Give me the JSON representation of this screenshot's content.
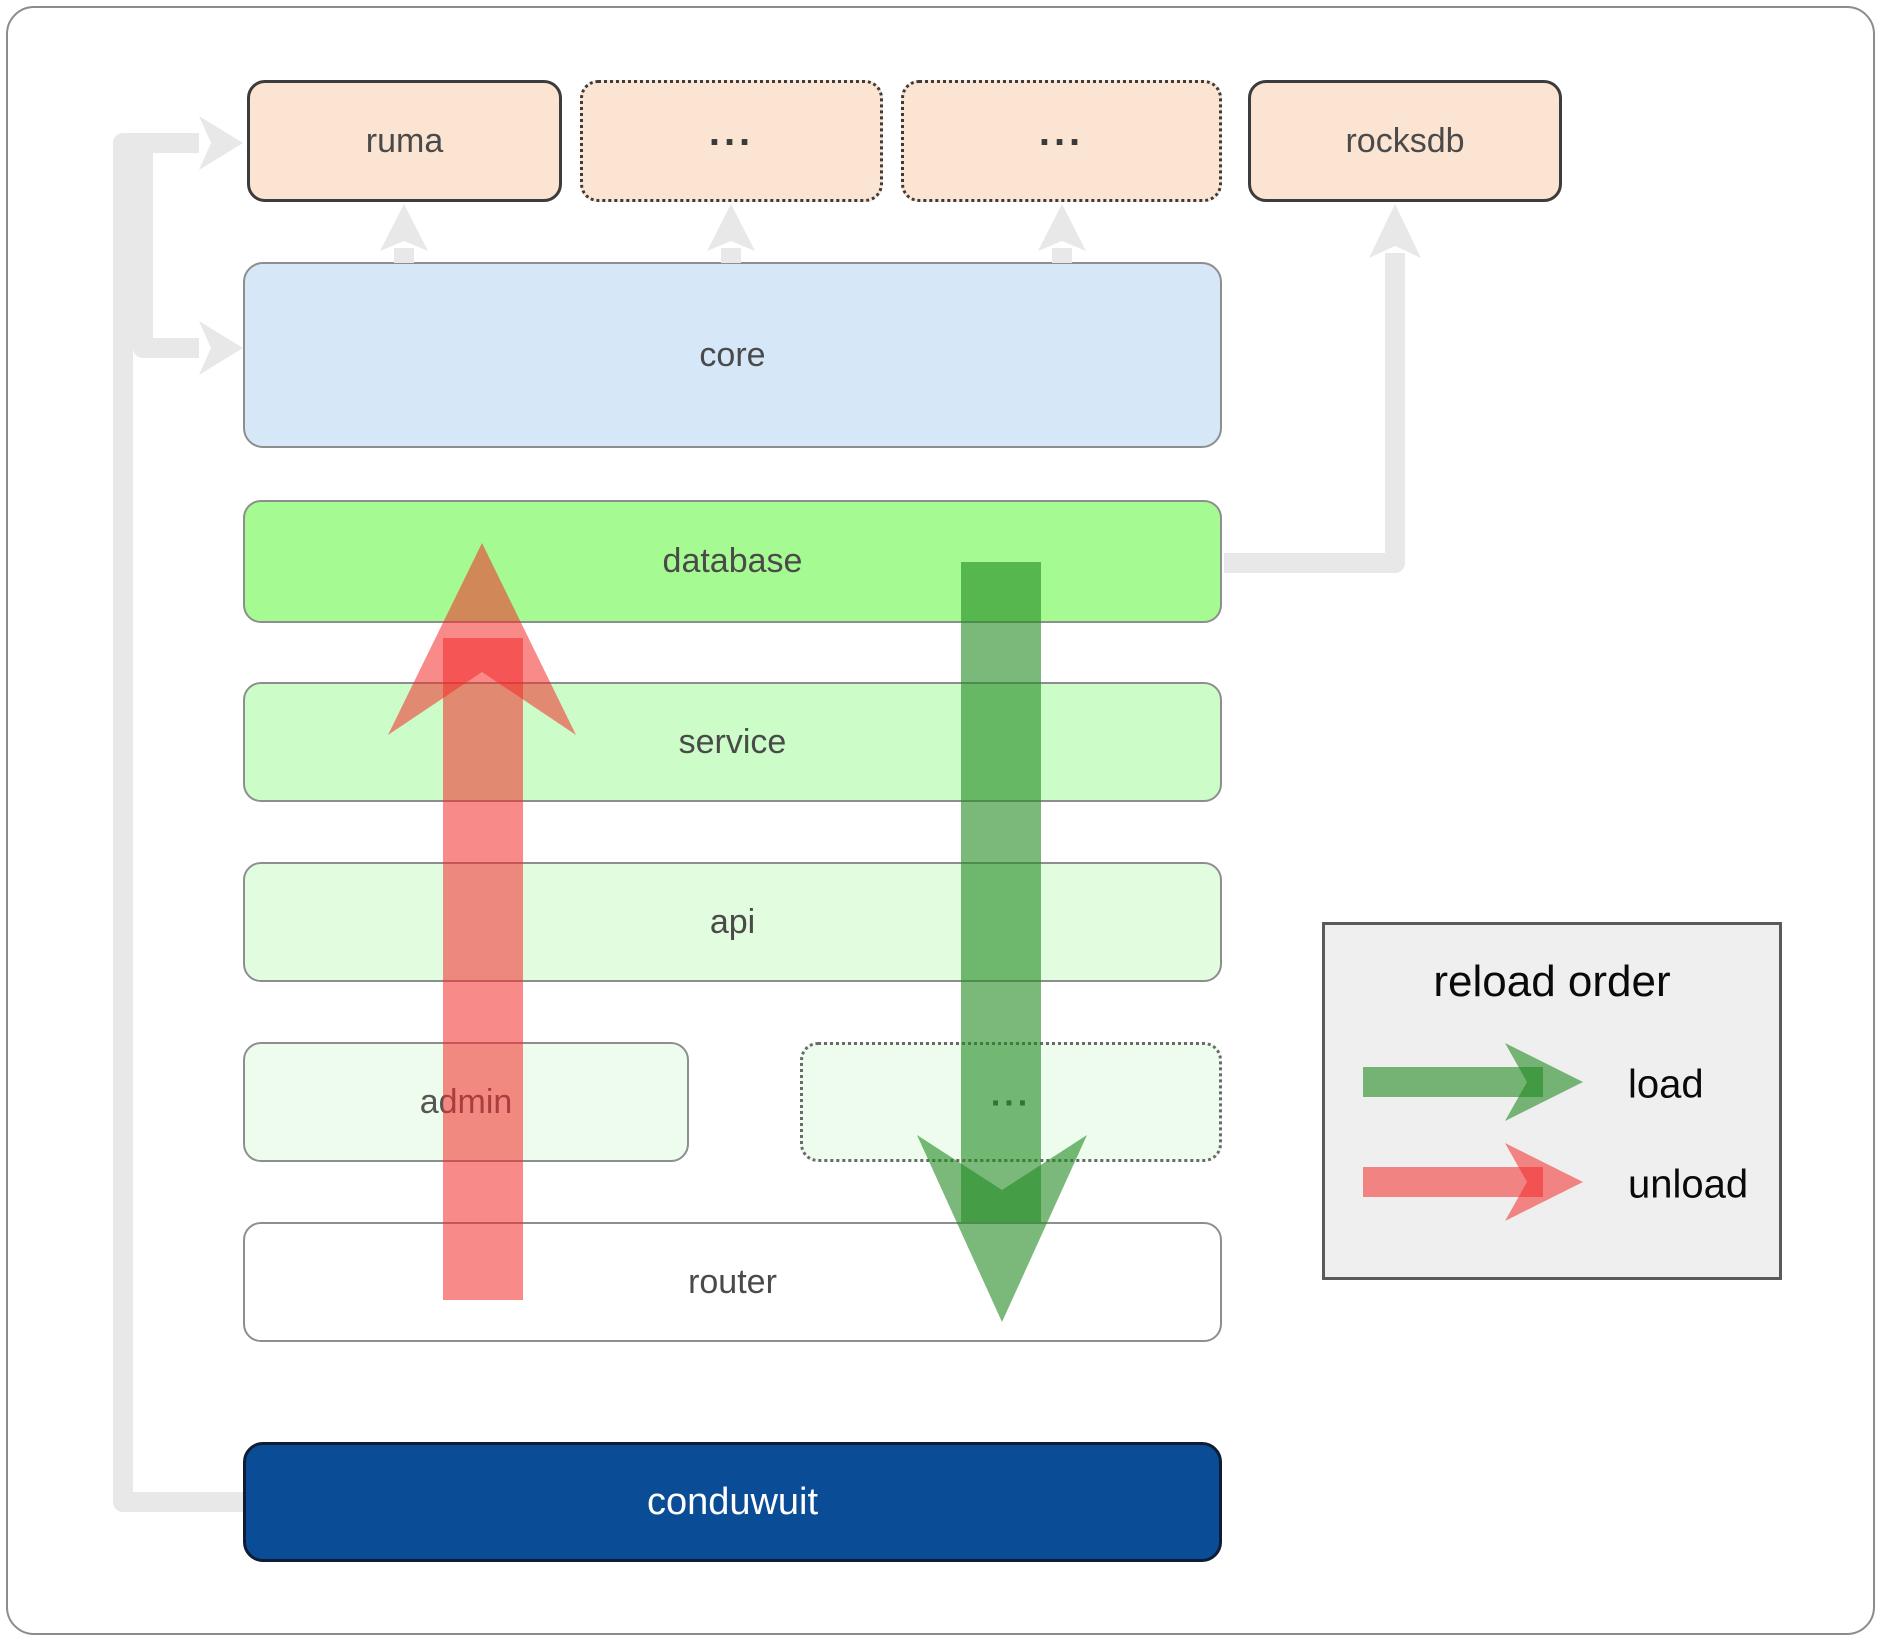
{
  "diagram": {
    "row1": [
      {
        "label": "ruma"
      },
      {
        "label": "..."
      },
      {
        "label": "..."
      },
      {
        "label": "rocksdb"
      }
    ],
    "core_label": "core",
    "database_label": "database",
    "service_label": "service",
    "api_label": "api",
    "admin_label": "admin",
    "admin_more_label": "...",
    "router_label": "router",
    "app_label": "conduwuit"
  },
  "legend": {
    "title": "reload order",
    "load_label": "load",
    "unload_label": "unload"
  },
  "colors": {
    "peach": "#fce4d2",
    "dark_border": "#3c3c3c",
    "gray_border": "#8e8e8e",
    "core_blue": "#d6e7f8",
    "db_green": "#a6fa92",
    "service_green": "#ccfdc8",
    "api_green": "#e2fcdf",
    "admin_green": "#edfcec",
    "router_white": "#ffffff",
    "app_blue": "#0a4d96",
    "app_border": "#0e1d35",
    "text_dark": "#4a4a4a",
    "connector_gray": "#e8e8e8",
    "legend_bg": "#efefef",
    "legend_border": "#5a5a5a",
    "frame_gray": "#8c8c8c",
    "load_green": "#228b22",
    "unload_red": "#f42a2a"
  }
}
